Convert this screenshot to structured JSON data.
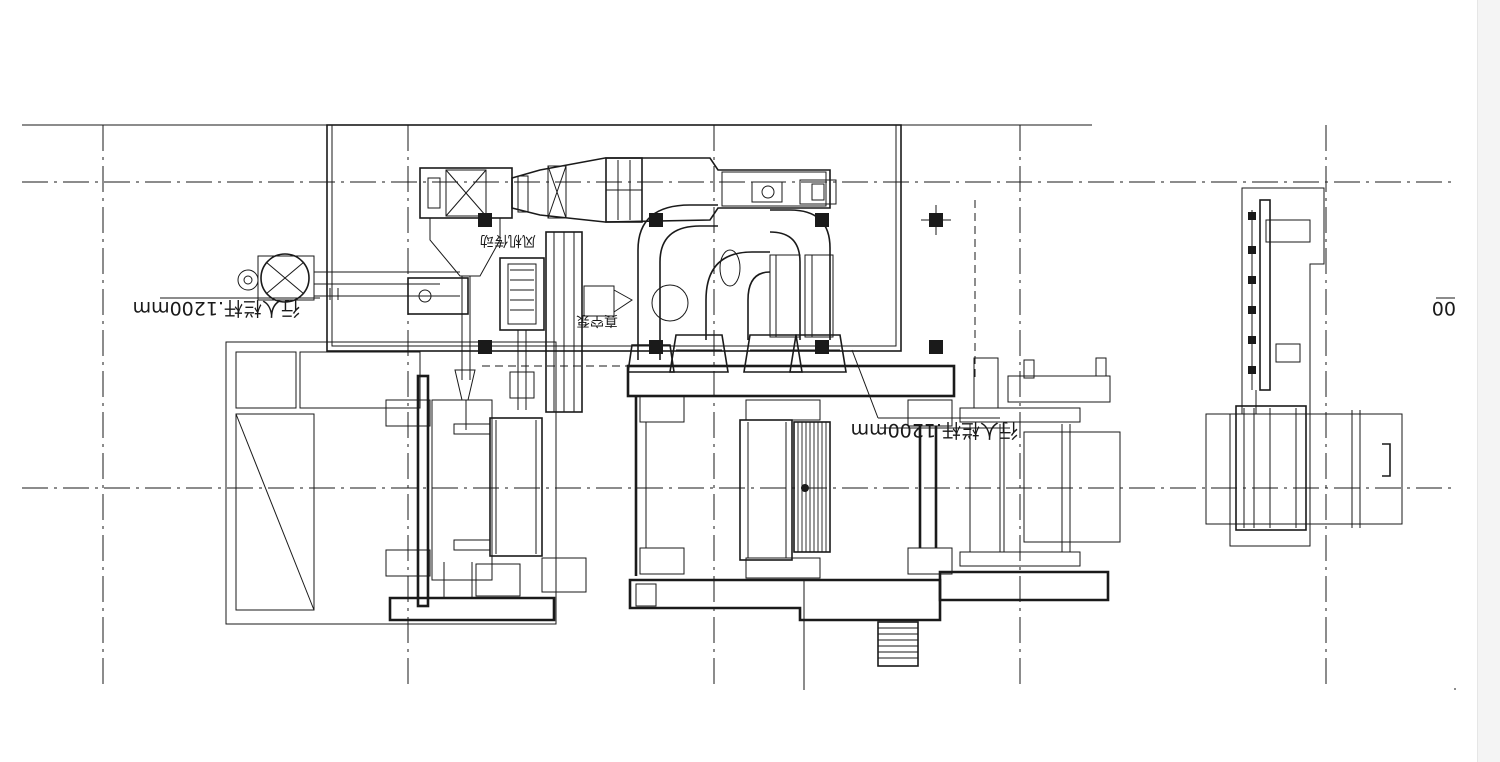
{
  "drawing": {
    "notes": {
      "left_platform": "行人栏杆.1200mm",
      "right_platform": "行人栏杆.1200mm",
      "right_edge_fragment": "00"
    },
    "tags": {
      "fan_tag": "风机传动",
      "pump_tag": "真空泵"
    }
  }
}
